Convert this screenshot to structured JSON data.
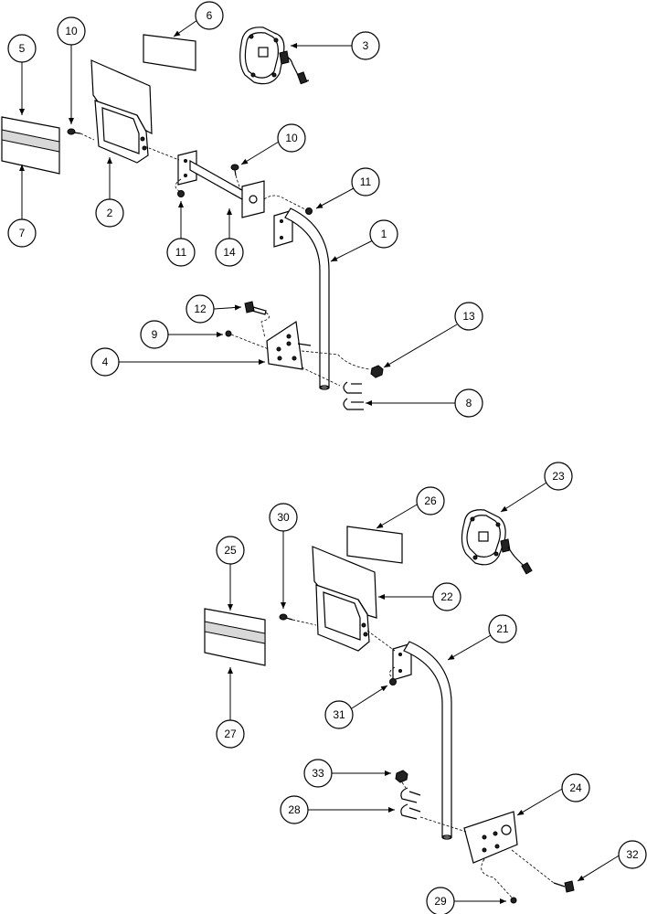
{
  "callouts": {
    "top": [
      "1",
      "2",
      "3",
      "4",
      "5",
      "6",
      "7",
      "8",
      "9",
      "10",
      "10",
      "11",
      "11",
      "12",
      "13",
      "14"
    ],
    "bottom": [
      "21",
      "22",
      "23",
      "24",
      "25",
      "26",
      "27",
      "28",
      "29",
      "30",
      "31",
      "32",
      "33"
    ]
  }
}
